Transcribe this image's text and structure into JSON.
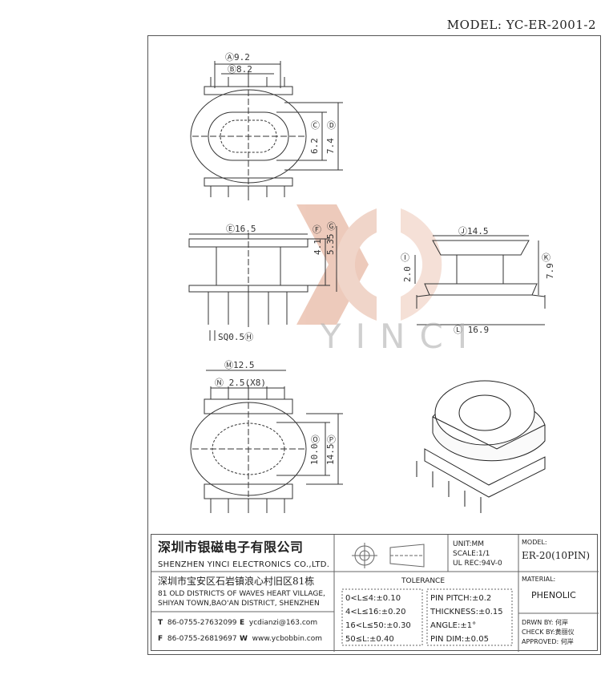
{
  "model_label": "MODEL: YC-ER-2001-2",
  "watermark": "YINCI",
  "dims": {
    "A": "9.2",
    "B": "8.2",
    "C": "6.2",
    "D": "7.4",
    "E": "16.5",
    "F": "4.1",
    "G": "5.35",
    "H": "SQ0.5",
    "I": "2.0",
    "J": "14.5",
    "K": "7.9",
    "L": "16.9",
    "M": "12.5",
    "N": "2.5(X8)",
    "O": "10.0",
    "P": "14.5"
  },
  "title_block": {
    "company_cn": "深圳市银磁电子有限公司",
    "company_en": "SHENZHEN YINCI ELECTRONICS CO.,LTD.",
    "address_cn": "深圳市宝安区石岩镇浪心村旧区81栋",
    "address_en1": "81 OLD DISTRICTS OF WAVES HEART VILLAGE,",
    "address_en2": "SHIYAN TOWN,BAO'AN DISTRICT, SHENZHEN",
    "tel": "86-0755-27632099",
    "fax": "86-0755-26819697",
    "email": "ycdianzi@163.com",
    "web": "www.ycbobbin.com",
    "t_label": "T",
    "f_label": "F",
    "e_label": "E",
    "w_label": "W",
    "unit": "UNIT:MM",
    "scale": "SCALE:1/1",
    "ul": "UL REC:94V-0",
    "model_label": "MODEL:",
    "model_value": "ER-20(10PIN)",
    "material_label": "MATERIAL:",
    "material_value": "PHENOLIC",
    "tolerance_label": "TOLERANCE",
    "tol1": "0<L≤4:±0.10",
    "tol2": "4<L≤16:±0.20",
    "tol3": "16<L≤50:±0.30",
    "tol4": "50≤L:±0.40",
    "pin_pitch": "PIN PITCH:±0.2",
    "thickness": "THICKNESS:±0.15",
    "angle": "ANGLE:±1°",
    "pin_dim": "PIN DIM:±0.05",
    "drawn": "DRWN BY: 何岸",
    "check": "CHECK BY:黄丽仪",
    "approved": "APPROVED: 何岸"
  }
}
